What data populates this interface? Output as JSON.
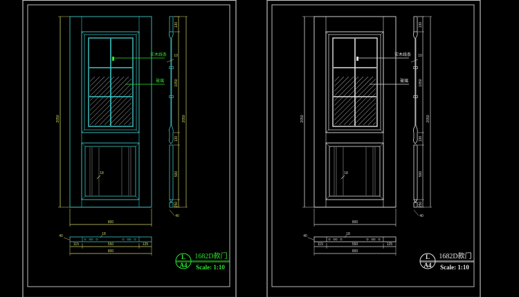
{
  "drawings": [
    {
      "id": "color",
      "theme": {
        "frame": "#bdbdbd",
        "door": "#3fc8c8",
        "dim": "#d6d66a",
        "hatch": "#8a8a8a",
        "label": "#2ee82e",
        "anno": "#2ee82e",
        "glass_bar": "#3fc8c8"
      },
      "title": "1682D款门",
      "scale": "Scale: 1:10",
      "detail_top": "L",
      "detail_bottom": "A4",
      "annotations": {
        "molding": "实木线条",
        "glass": "玻璃"
      },
      "dims": {
        "overall_height": "2050",
        "overall_height_right": "2050",
        "width": "800",
        "bottom_total": "800",
        "bottom_left": "115",
        "bottom_mid": "550",
        "bottom_right": "125",
        "side_top": "130",
        "side_glass": "1050",
        "side_mid": "130",
        "side_panel": "500",
        "side_bottom": "250",
        "thickness": "40",
        "bead": "18",
        "chamfer": "10",
        "panel_note": "18"
      }
    },
    {
      "id": "mono",
      "theme": {
        "frame": "#bdbdbd",
        "door": "#e0e0e0",
        "dim": "#d8d8d8",
        "hatch": "#9a9a9a",
        "label": "#e8e8e8",
        "anno": "#e0e0e0",
        "glass_bar": "#e0e0e0"
      },
      "title": "1682D款门",
      "scale": "Scale: 1:10",
      "detail_top": "L",
      "detail_bottom": "A4",
      "annotations": {
        "molding": "实木线条",
        "glass": "玻璃"
      },
      "dims": {
        "overall_height": "2050",
        "overall_height_right": "2050",
        "width": "800",
        "bottom_total": "800",
        "bottom_left": "115",
        "bottom_mid": "550",
        "bottom_right": "125",
        "side_top": "130",
        "side_glass": "1050",
        "side_mid": "130",
        "side_panel": "500",
        "side_bottom": "250",
        "thickness": "40",
        "bead": "18",
        "chamfer": "10",
        "panel_note": "18"
      }
    }
  ]
}
